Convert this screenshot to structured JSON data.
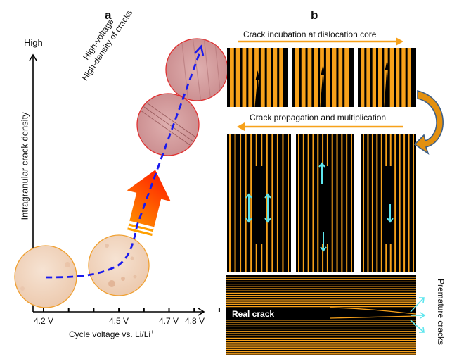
{
  "panel_a": {
    "label": "a",
    "y_axis": {
      "top_label": "High",
      "title": "Intragranular crack density"
    },
    "x_axis": {
      "title_main": "Cycle voltage vs. Li/Li",
      "title_sup": "+",
      "tick_labels": [
        "4.2 V",
        "4.5 V",
        "4.7 V",
        "4.8 V"
      ],
      "tick_count": 8
    },
    "annotation": {
      "line1": "High-voltage",
      "line2": "High-density of cracks"
    },
    "particles": [
      {
        "name": "particle-4.2V",
        "type": "low-crack",
        "border": "#f0a030"
      },
      {
        "name": "particle-4.5V",
        "type": "low-crack",
        "border": "#f0a030"
      },
      {
        "name": "particle-4.7V",
        "type": "cracked",
        "border": "#e03030"
      },
      {
        "name": "particle-4.8V",
        "type": "cracked",
        "border": "#e03030"
      }
    ],
    "trend_line_color": "#1a1aee"
  },
  "panel_b": {
    "label": "b",
    "row1_caption": "Crack incubation at dislocation core",
    "row2_caption": "Crack propagation and multiplication",
    "real_crack_label": "Real crack",
    "premature_label": "Premature cracks",
    "colors": {
      "stripe": "#f7a11a",
      "background": "#000000",
      "arrow": "#f7a11a",
      "cyan": "#5ee6ee",
      "curve_border": "#3e5f86"
    }
  }
}
